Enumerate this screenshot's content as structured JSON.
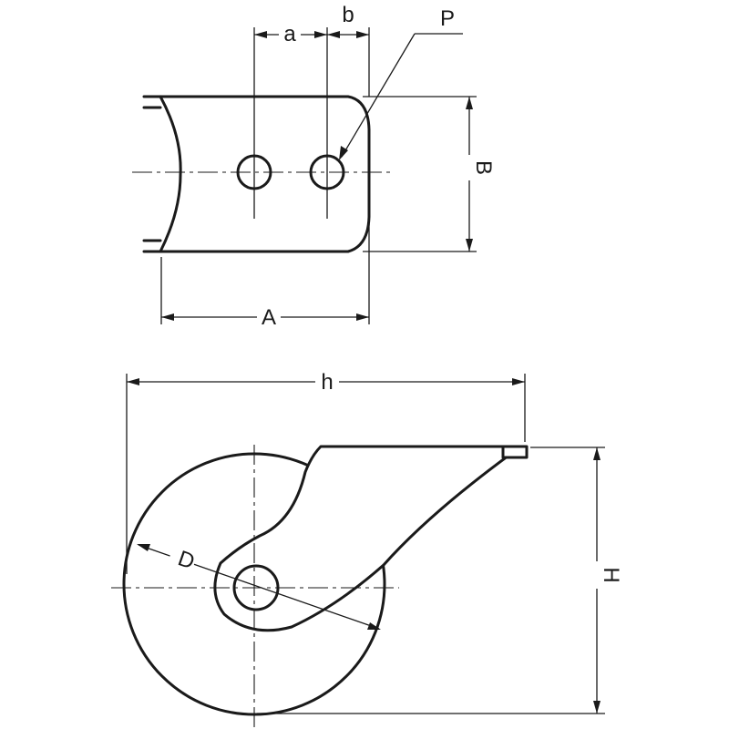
{
  "diagram": {
    "top_view": {
      "labels": {
        "a": "a",
        "b": "b",
        "P": "P",
        "A": "A",
        "B": "B"
      }
    },
    "side_view": {
      "labels": {
        "h": "h",
        "H": "H",
        "D": "D"
      }
    },
    "colors": {
      "line": "#1a1a1a",
      "background": "#ffffff"
    }
  }
}
